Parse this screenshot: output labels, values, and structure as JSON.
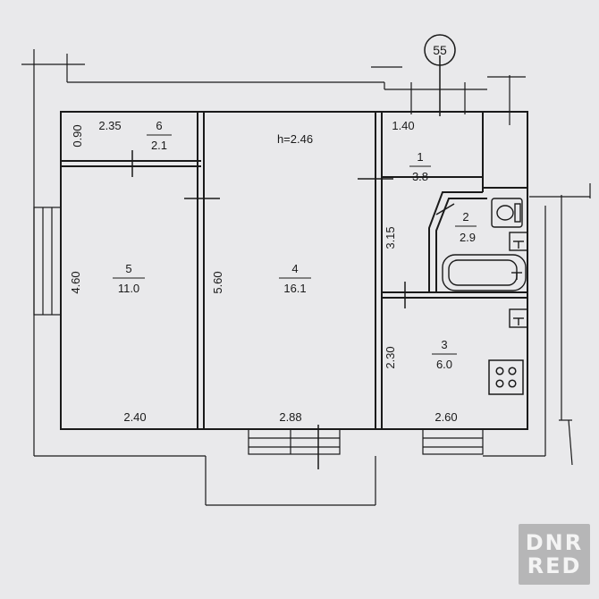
{
  "plan": {
    "building_marker": "55",
    "ceiling_height": "h=2.46",
    "rooms": [
      {
        "id": "1",
        "area": "3.8"
      },
      {
        "id": "2",
        "area": "2.9"
      },
      {
        "id": "3",
        "area": "6.0"
      },
      {
        "id": "4",
        "area": "16.1"
      },
      {
        "id": "5",
        "area": "11.0"
      },
      {
        "id": "6",
        "area": "2.1"
      }
    ],
    "dimensions": {
      "r6_width": "2.35",
      "r6_depth": "0.90",
      "r1_width": "1.40",
      "r5_height": "4.60",
      "r4_height_left": "5.60",
      "r1_height": "3.15",
      "r3_height": "2.30",
      "r5_bottom": "2.40",
      "r4_bottom": "2.88",
      "r3_bottom": "2.60"
    },
    "fixtures": {
      "toilet": "toilet-icon",
      "bathtub": "bathtub-icon",
      "sink_bath": "sink-icon",
      "sink_kitchen": "sink-icon",
      "stove": "stove-icon",
      "bathtub_symbol": "T",
      "sink_symbol": "T"
    }
  },
  "watermark": {
    "line1": "DNR",
    "line2": "RED"
  }
}
